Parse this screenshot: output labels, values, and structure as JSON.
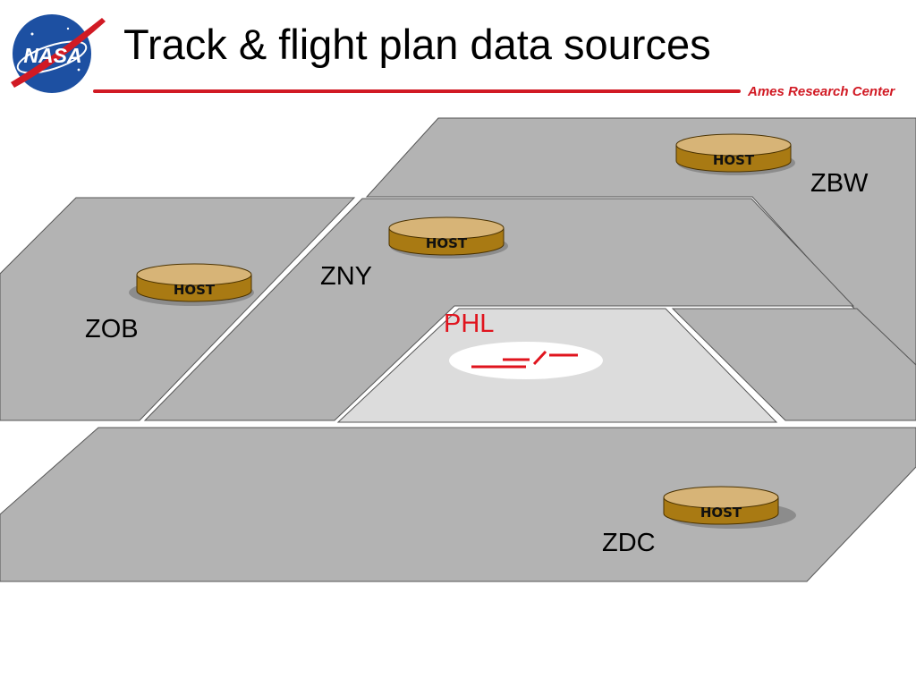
{
  "header": {
    "title": "Track & flight plan data sources",
    "center_name": "Ames Research Center",
    "logo_text": "NASA"
  },
  "diagram": {
    "centers": [
      {
        "id": "ZBW",
        "label": "ZBW",
        "host_label": "HOST"
      },
      {
        "id": "ZNY",
        "label": "ZNY",
        "host_label": "HOST"
      },
      {
        "id": "ZOB",
        "label": "ZOB",
        "host_label": "HOST"
      },
      {
        "id": "ZDC",
        "label": "ZDC",
        "host_label": "HOST"
      }
    ],
    "airport": {
      "label": "PHL"
    }
  },
  "colors": {
    "region_fill": "#b3b3b3",
    "airport_fill": "#dcdcdc",
    "host_top": "#d7b477",
    "host_side": "#a97a13",
    "host_shadow": "#8c8c8c",
    "accent_red": "#d11a24",
    "nasa_blue": "#1d50a2"
  }
}
